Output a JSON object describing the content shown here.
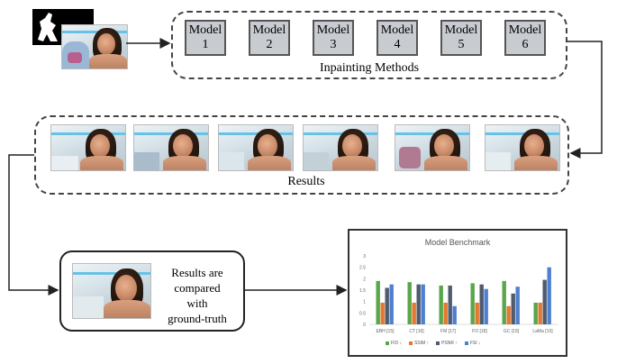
{
  "input": {
    "mask_icon": "masked-input-icon",
    "photo_icon": "input-photo-icon"
  },
  "models": [
    {
      "label": "Model",
      "num": "1"
    },
    {
      "label": "Model",
      "num": "2"
    },
    {
      "label": "Model",
      "num": "3"
    },
    {
      "label": "Model",
      "num": "4"
    },
    {
      "label": "Model",
      "num": "5"
    },
    {
      "label": "Model",
      "num": "6"
    }
  ],
  "inpainting_label": "Inpainting Methods",
  "results_label": "Results",
  "compare": {
    "line1": "Results are",
    "line2": "compared",
    "line3": "with",
    "line4": "ground-truth"
  },
  "chart_data": {
    "type": "bar",
    "title": "Model Benchmark",
    "categories": [
      "EBH [15]",
      "CT [16]",
      "FM [17]",
      "FO [18]",
      "GC [19]",
      "LaMa [10]"
    ],
    "ylim": [
      0,
      3
    ],
    "yticks": [
      "0",
      "0.5",
      "1",
      "1.5",
      "2",
      "2.5",
      "3"
    ],
    "series": [
      {
        "name": "FID ↓",
        "color": "#5aa64a",
        "values": [
          1.9,
          1.85,
          1.7,
          1.8,
          1.9,
          0.95
        ]
      },
      {
        "name": "SSIM ↑",
        "color": "#e3782e",
        "values": [
          0.95,
          0.95,
          0.95,
          0.95,
          0.8,
          0.95
        ]
      },
      {
        "name": "PSNR ↑",
        "color": "#4f5b6e",
        "values": [
          1.6,
          1.75,
          1.7,
          1.75,
          1.35,
          1.95
        ]
      },
      {
        "name": "FSI ↓",
        "color": "#4f7fd0",
        "values": [
          1.75,
          1.75,
          0.8,
          1.55,
          1.65,
          2.5
        ]
      }
    ],
    "legend_position": "bottom"
  }
}
